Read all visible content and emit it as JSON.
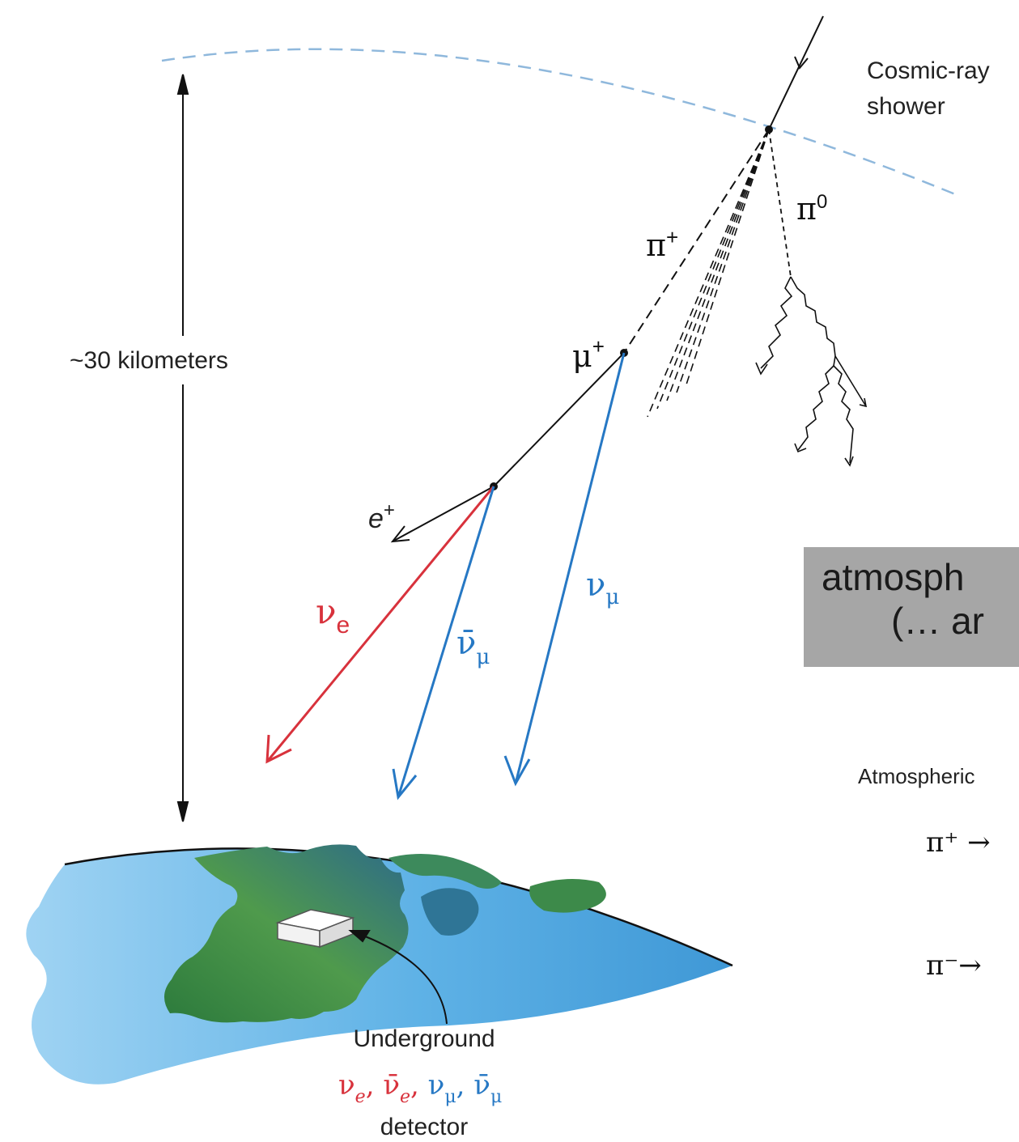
{
  "labels": {
    "cosmic_ray_line1": "Cosmic-ray",
    "cosmic_ray_line2": "shower",
    "distance": "~30 kilometers",
    "pi_zero": "π",
    "pi_zero_sup": "0",
    "pi_plus": "π",
    "pi_plus_sup": "+",
    "mu_plus": "μ",
    "mu_plus_sup": "+",
    "e_plus": "e",
    "e_plus_sup": "+",
    "nu_e": "ν",
    "nu_e_sub": "e",
    "nu_mu_bar": "ν̄",
    "nu_mu_bar_sub": "μ",
    "nu_mu": "ν",
    "nu_mu_sub": "μ",
    "detector_line1": "Underground",
    "detector_line3": "detector"
  },
  "detector_species": [
    {
      "symbol": "ν",
      "sub": "e",
      "color": "#d8323c"
    },
    {
      "symbol": "ν̄",
      "sub": "e",
      "color": "#d8323c"
    },
    {
      "symbol": "ν",
      "sub": "μ",
      "color": "#2678c4"
    },
    {
      "symbol": "ν̄",
      "sub": "μ",
      "color": "#2678c4"
    }
  ],
  "caption": {
    "line1": "atmosph",
    "line2": "(… ar"
  },
  "equations": {
    "heading": "Atmospheric",
    "pi_plus_arrow": "π⁺ →",
    "pi_minus_arrow": "π⁻→"
  },
  "colors": {
    "electron_neutrino": "#d8323c",
    "muon_neutrino": "#2678c4",
    "atmosphere_edge": "#8fb8dc",
    "ocean": "#7cc0ea",
    "land": "#3f8a4a",
    "caption_box": "#a6a6a6"
  }
}
